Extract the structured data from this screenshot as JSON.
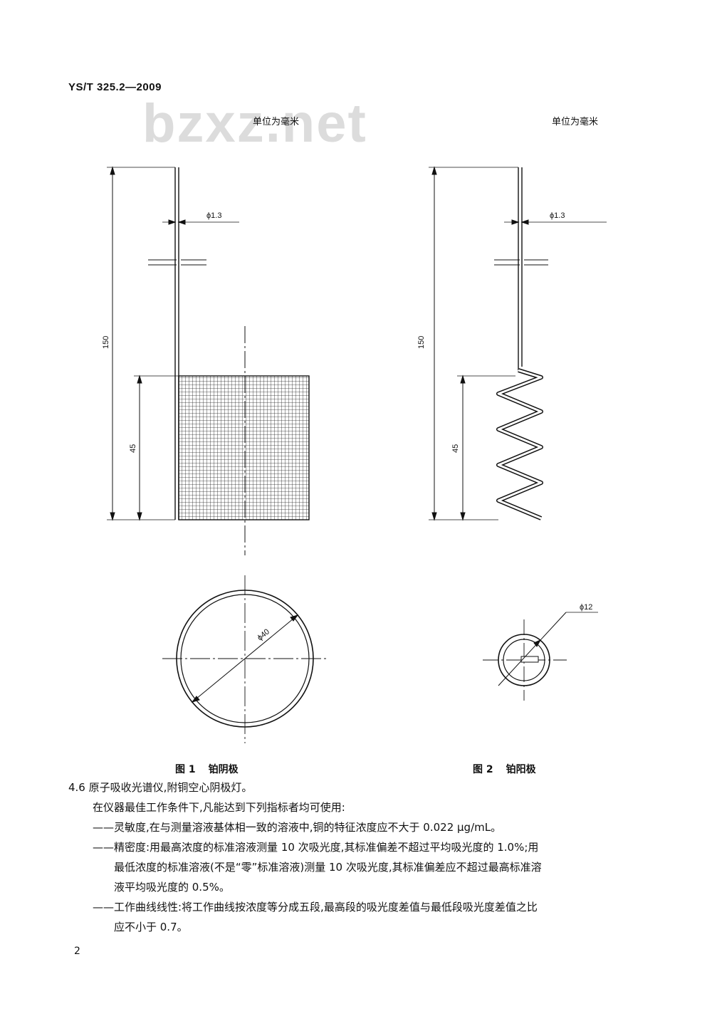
{
  "header": {
    "standard_code": "YS/T 325.2—2009"
  },
  "watermark": "bzxz.net",
  "figure1": {
    "unit_note": "单位为毫米",
    "dims": {
      "total_length": "150",
      "mesh_height": "45",
      "wire_dia": "ϕ1.3",
      "ring_dia": "ϕ40"
    },
    "caption_number": "图 1",
    "caption_title": "铂阴极"
  },
  "figure2": {
    "unit_note": "单位为毫米",
    "dims": {
      "total_length": "150",
      "coil_height": "45",
      "wire_dia": "ϕ1.3",
      "coil_dia": "ϕ12"
    },
    "caption_number": "图 2",
    "caption_title": "铂阳极"
  },
  "section": {
    "heading": "4.6  原子吸收光谱仪,附铜空心阴极灯。",
    "intro": "在仪器最佳工作条件下,凡能达到下列指标者均可使用:",
    "items": [
      [
        "——灵敏度,在与测量溶液基体相一致的溶液中,铜的特征浓度应不大于 0.022 μg/mL。"
      ],
      [
        "——精密度:用最高浓度的标准溶液测量 10 次吸光度,其标准偏差不超过平均吸光度的 1.0%;用",
        "最低浓度的标准溶液(不是“零”标准溶液)测量 10 次吸光度,其标准偏差应不超过最高标准溶",
        "液平均吸光度的 0.5%。"
      ],
      [
        "——工作曲线线性:将工作曲线按浓度等分成五段,最高段的吸光度差值与最低段吸光度差值之比",
        "应不小于 0.7。"
      ]
    ]
  },
  "footer": {
    "page_number": "2"
  }
}
